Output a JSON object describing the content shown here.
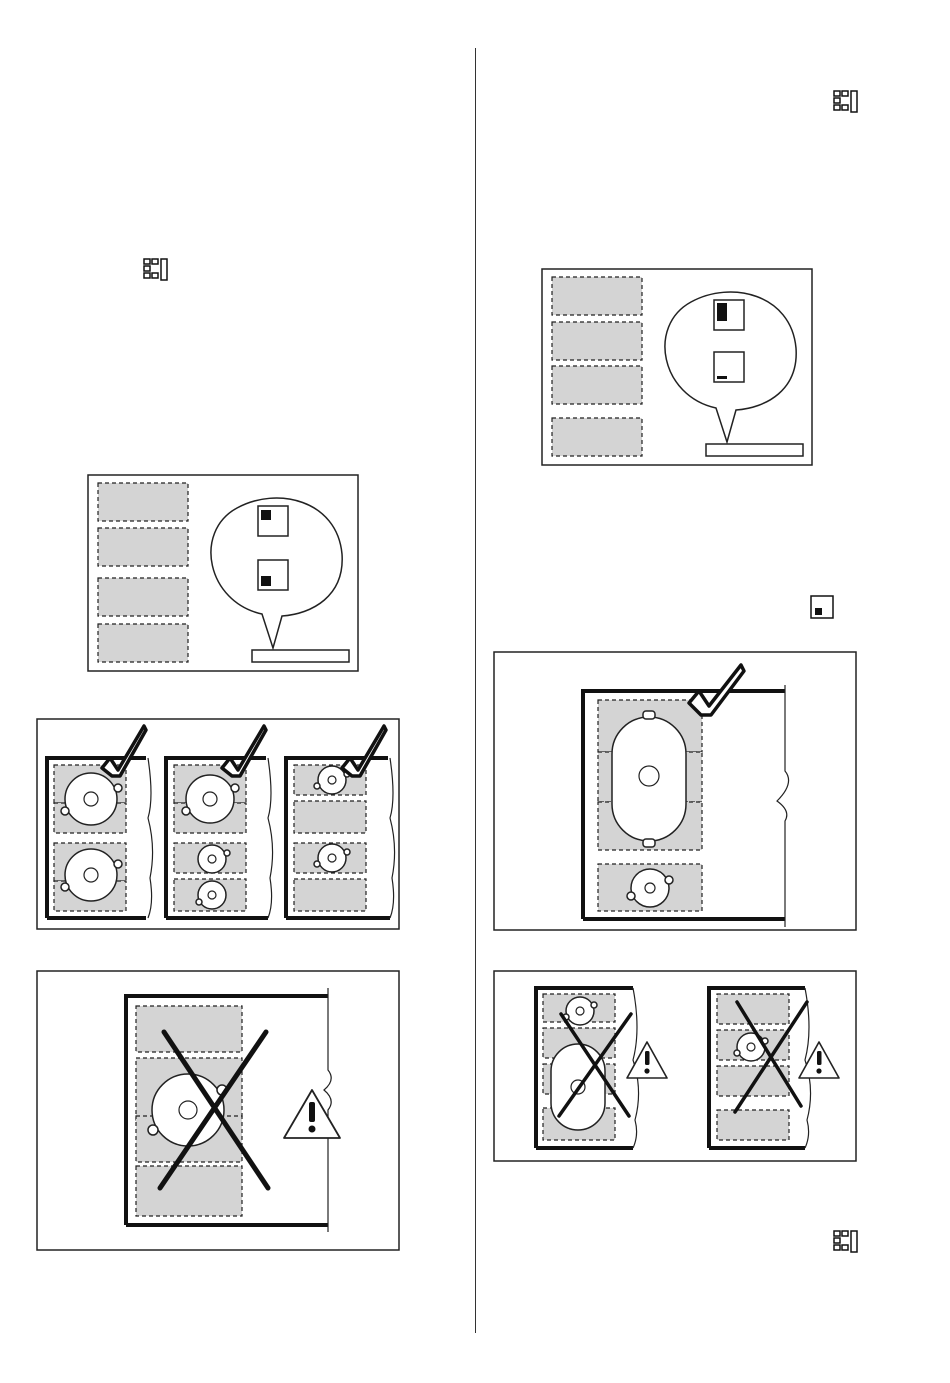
{
  "page": {
    "background": "#ffffff",
    "ink": "#111111",
    "zone_fill": "#d4d4d4"
  },
  "icons": {
    "bridge_symbol": "bridge-zones-icon",
    "small_indicator": "filled-square-indicator-icon",
    "check": "check-mark-icon",
    "cross": "cross-out-icon",
    "warning": "warning-triangle-icon"
  },
  "figures": [
    {
      "id": "hob-display-zoom-1",
      "shows": "bridge-display-indicators"
    },
    {
      "id": "correct-pan-placements",
      "verdict": "correct"
    },
    {
      "id": "incorrect-large-pan",
      "verdict": "incorrect"
    },
    {
      "id": "hob-display-zoom-2",
      "shows": "bridge-display-indicators"
    },
    {
      "id": "correct-oval-pan",
      "verdict": "correct"
    },
    {
      "id": "incorrect-placements",
      "verdict": "incorrect"
    }
  ]
}
